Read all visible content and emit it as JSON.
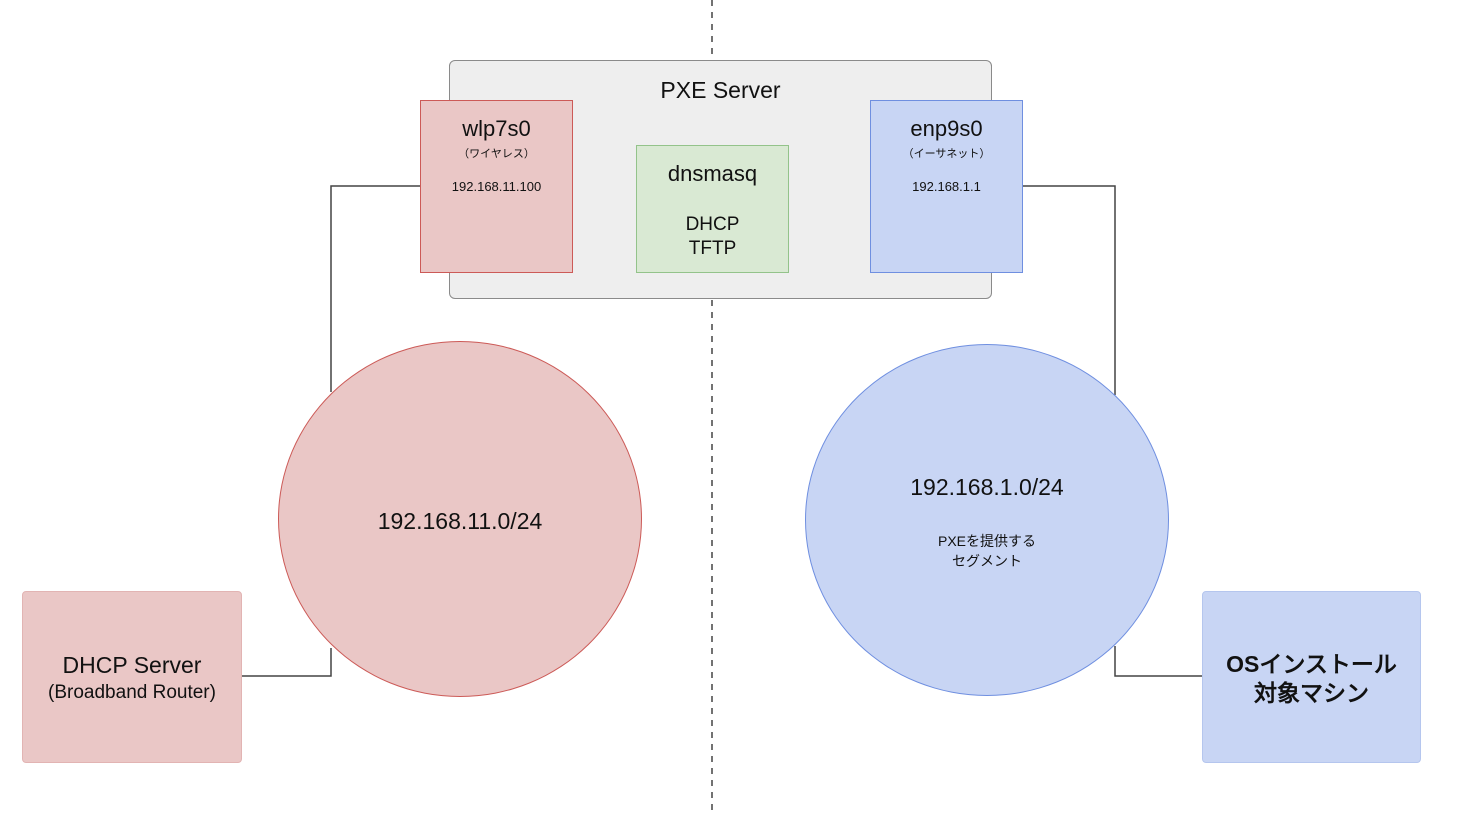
{
  "pxe_server": {
    "title": "PXE Server",
    "wireless_iface": {
      "name": "wlp7s0",
      "sub": "（ワイヤレス）",
      "ip": "192.168.11.100"
    },
    "ethernet_iface": {
      "name": "enp9s0",
      "sub": "（イーサネット）",
      "ip": "192.168.1.1"
    },
    "dnsmasq": {
      "title": "dnsmasq",
      "services": [
        "DHCP",
        "TFTP"
      ]
    }
  },
  "segment_wireless": {
    "label": "192.168.11.0/24"
  },
  "segment_pxe": {
    "label": "192.168.1.0/24",
    "note": [
      "PXEを提供する",
      "セグメント"
    ]
  },
  "dhcp_server": {
    "title": "DHCP Server",
    "sub": "(Broadband Router)"
  },
  "os_target": {
    "lines": [
      "OSインストール",
      "対象マシン"
    ]
  },
  "colors": {
    "red_fill": "#eac7c6",
    "red_stroke": "#cc5a57",
    "blue_fill": "#c8d5f4",
    "blue_stroke": "#6f8fe0",
    "green_fill": "#d9e9d3",
    "green_stroke": "#93c38a",
    "server_fill": "#eeeeee",
    "connector": "#444444"
  }
}
